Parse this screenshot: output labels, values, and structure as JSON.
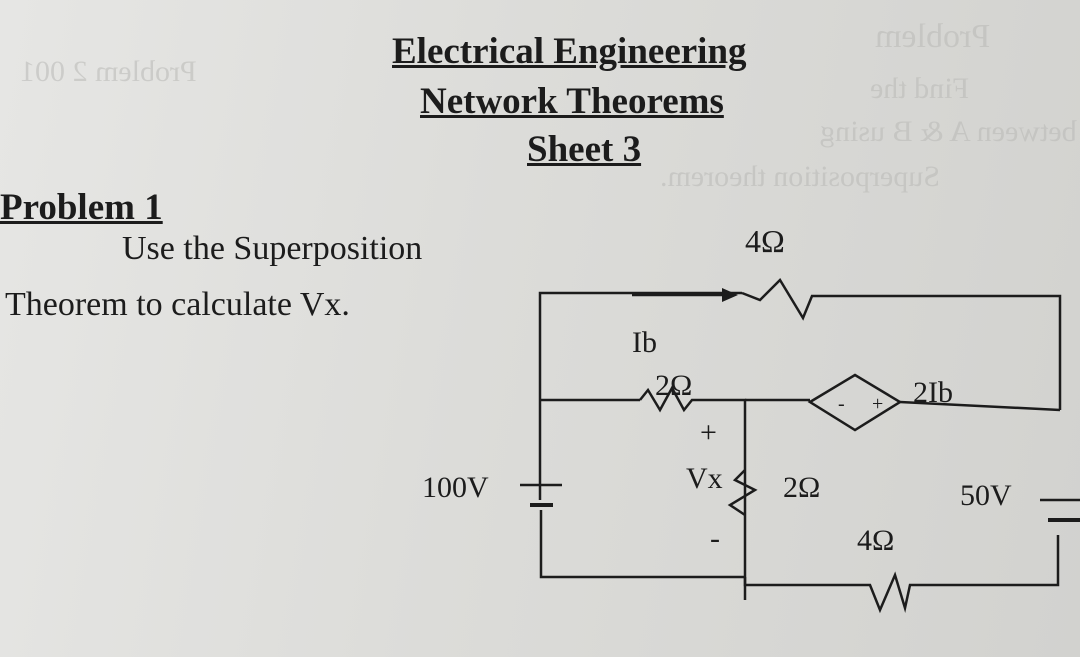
{
  "header": {
    "line1": "Electrical Engineering",
    "line2": "Network Theorems",
    "line3": "Sheet 3"
  },
  "problem": {
    "title": "Problem 1",
    "instruction_line1": "Use the Superposition",
    "instruction_line2": "Theorem to calculate Vx."
  },
  "circuit": {
    "r_top": "4Ω",
    "i_label": "Ib",
    "r_left": "2Ω",
    "dep_source": "2Ib",
    "dep_plus": "+",
    "dep_minus": "-",
    "vx_plus": "+",
    "vx_label": "Vx",
    "vx_minus": "-",
    "r_mid": "2Ω",
    "r_bottom": "4Ω",
    "source_left": "100V",
    "source_right": "50V"
  }
}
